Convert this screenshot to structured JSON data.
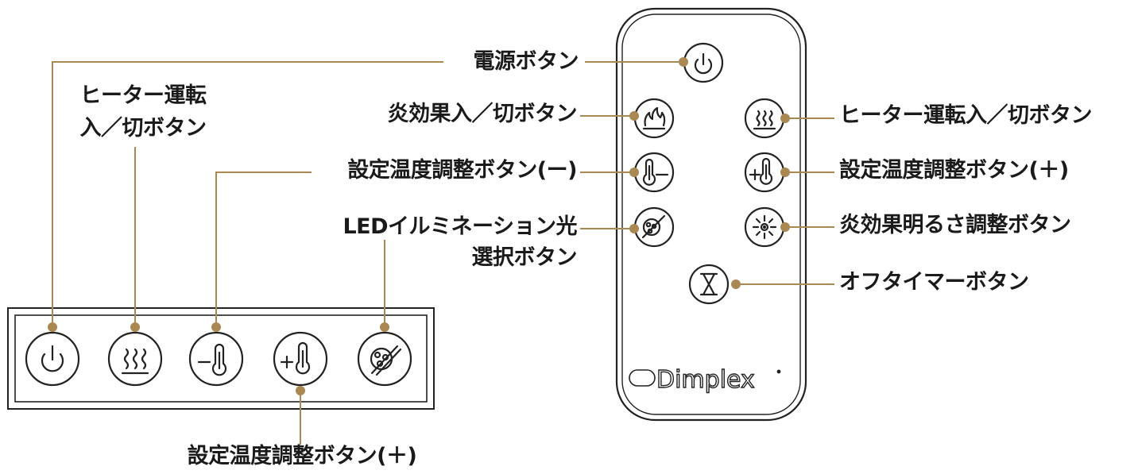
{
  "labels": {
    "power": "電源ボタン",
    "heater_panel_line1": "ヒーター運転",
    "heater_panel_line2": "入／切ボタン",
    "temp_minus_panel": "設定温度調整ボタン(ー)",
    "led_line1": "LEDイルミネーション光",
    "led_line2": "選択ボタン",
    "temp_plus_panel": "設定温度調整ボタン(＋)",
    "flame_onoff": "炎効果入／切ボタン",
    "heater_remote": "ヒーター運転入／切ボタン",
    "temp_plus_remote": "設定温度調整ボタン(＋)",
    "flame_brightness": "炎効果明るさ調整ボタン",
    "off_timer": "オフタイマーボタン"
  },
  "remote": {
    "brand": "Dimplex"
  },
  "colors": {
    "leader": "#a98852",
    "outline": "#222222",
    "text": "#1a1a1a"
  }
}
